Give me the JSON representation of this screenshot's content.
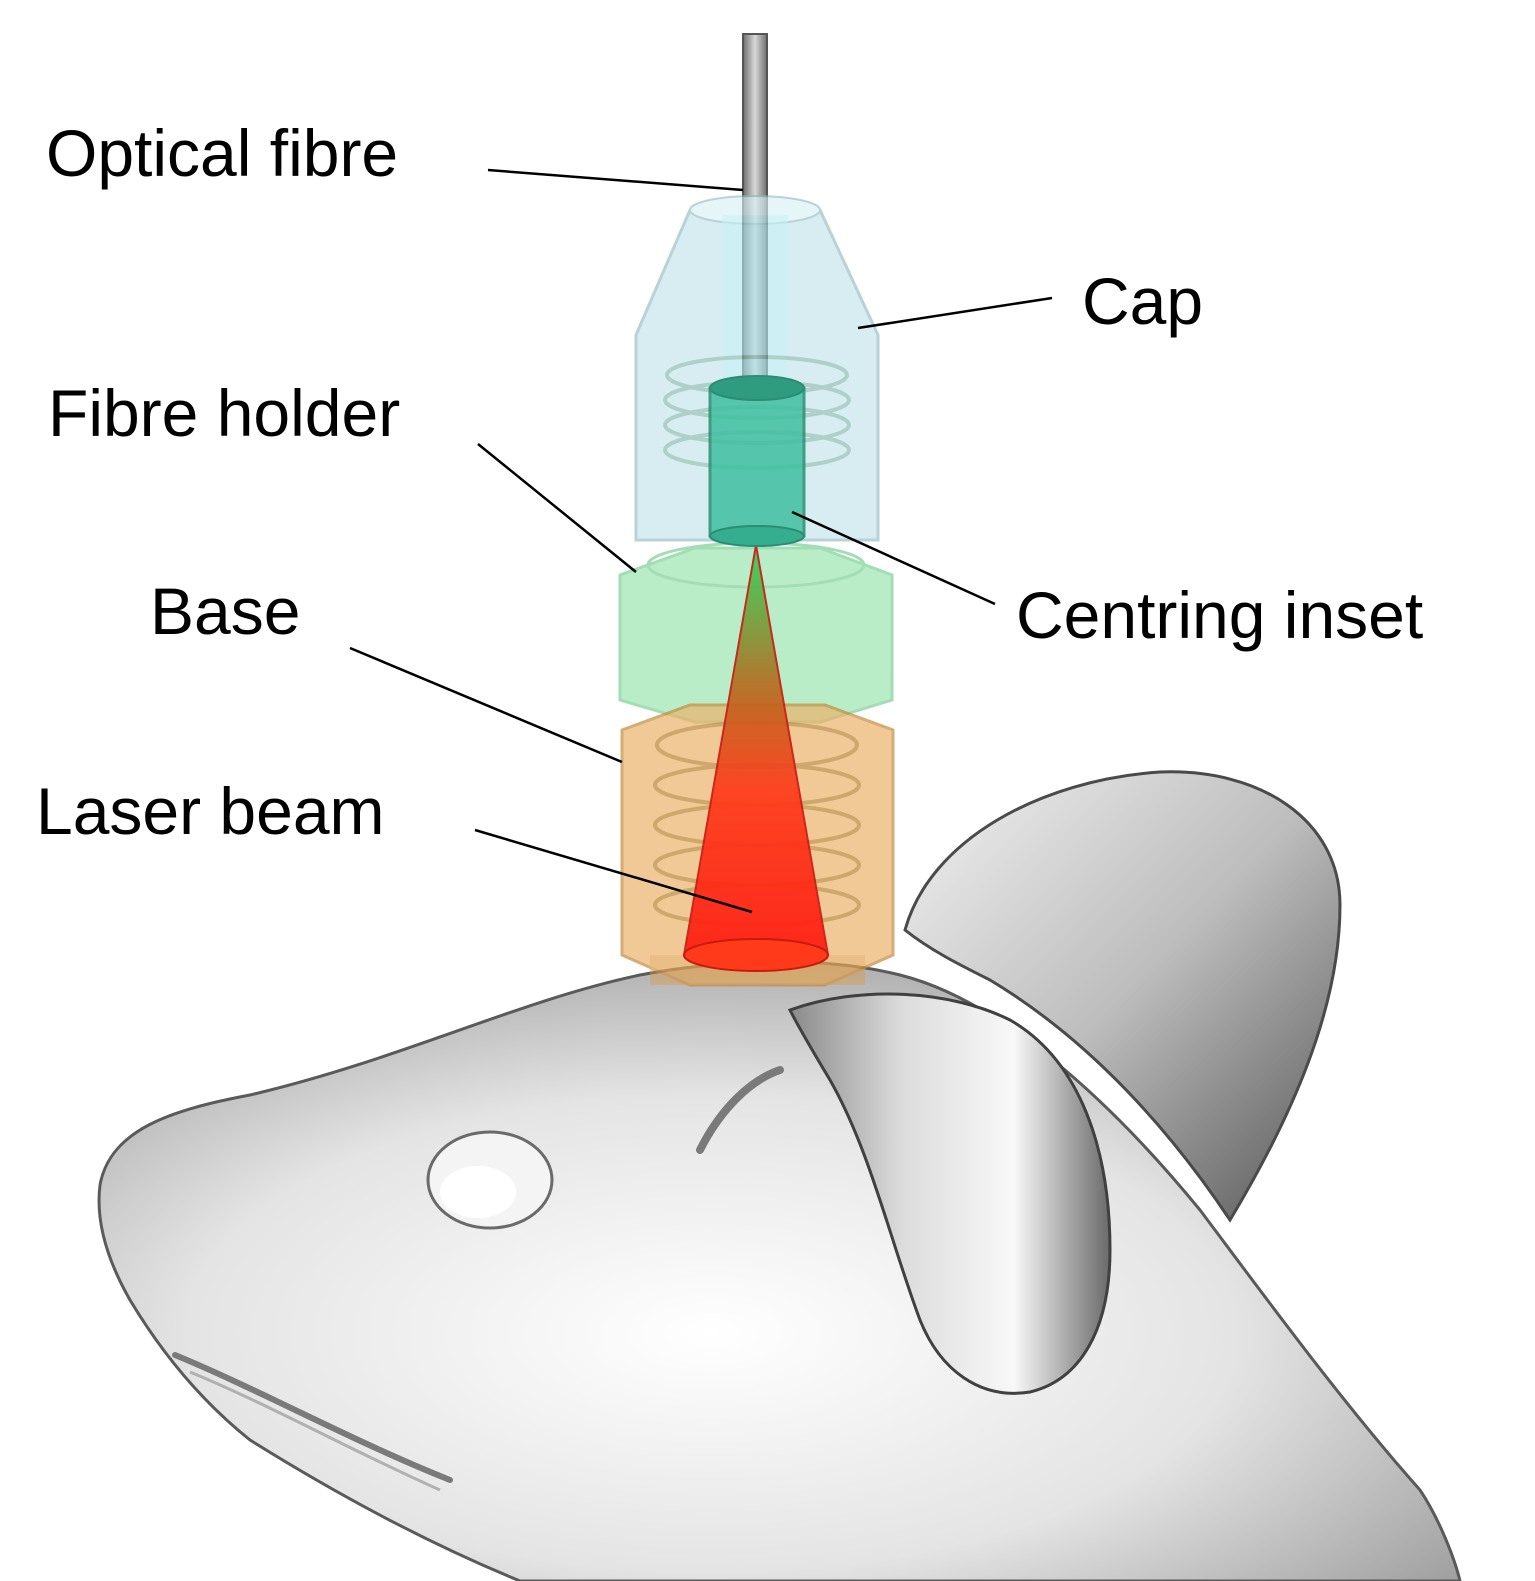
{
  "diagram": {
    "labels": {
      "optical_fibre": "Optical fibre",
      "cap": "Cap",
      "fibre_holder": "Fibre holder",
      "base": "Base",
      "centring_inset": "Centring inset",
      "laser_beam": "Laser beam"
    },
    "colors": {
      "cap": "#bfe3ea",
      "fibre_holder": "#8fe3a8",
      "base": "#eab36a",
      "centring_inset": "#3fbfa0",
      "laser_beam": "#ff2a1a",
      "fibre": "#9a9a9a",
      "mouse": "#e6e6e6"
    }
  }
}
